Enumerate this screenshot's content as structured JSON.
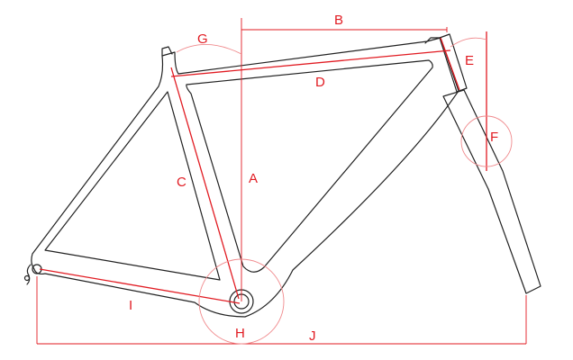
{
  "colors": {
    "frame_stroke": "#222222",
    "measure_red": "#e11b22",
    "angle_circle": "#f08a8d",
    "background": "#ffffff"
  },
  "labels": {
    "a": "A",
    "b": "B",
    "c": "C",
    "d": "D",
    "e": "E",
    "f": "F",
    "g": "G",
    "h": "H",
    "i": "I",
    "j": "J"
  }
}
